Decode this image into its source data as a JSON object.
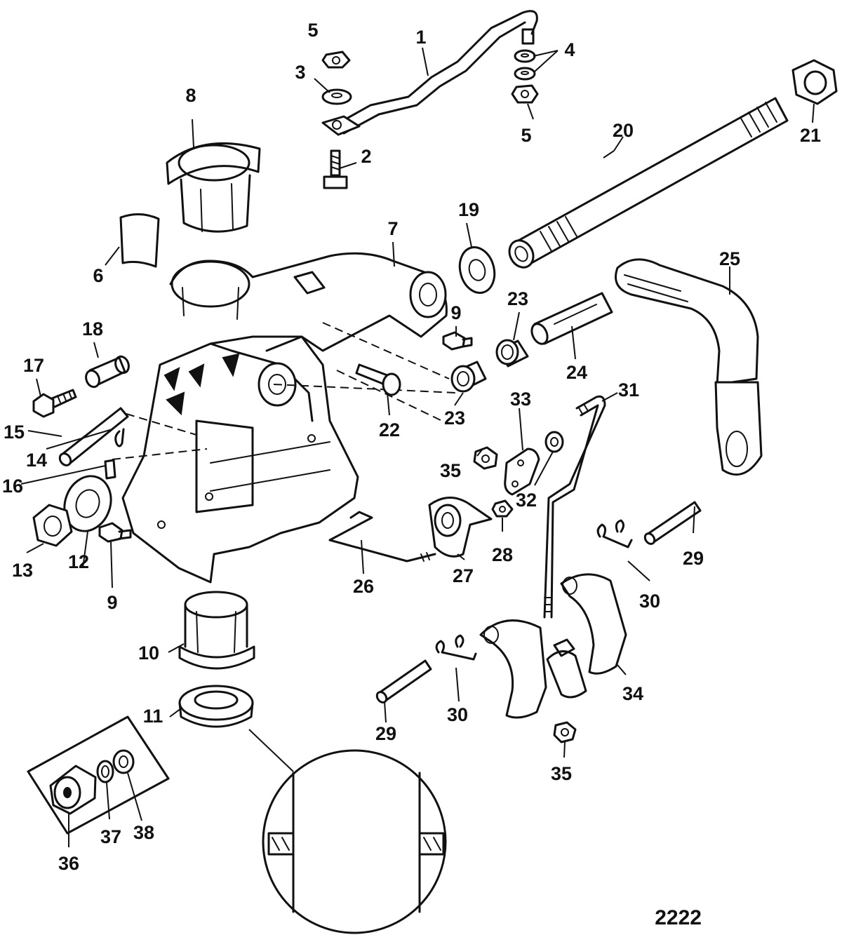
{
  "figure_number": "2222",
  "callouts": [
    {
      "id": "c1",
      "label": "1"
    },
    {
      "id": "c2",
      "label": "2"
    },
    {
      "id": "c3",
      "label": "3"
    },
    {
      "id": "c4",
      "label": "4"
    },
    {
      "id": "c5a",
      "label": "5"
    },
    {
      "id": "c5b",
      "label": "5"
    },
    {
      "id": "c6",
      "label": "6"
    },
    {
      "id": "c7",
      "label": "7"
    },
    {
      "id": "c8",
      "label": "8"
    },
    {
      "id": "c9a",
      "label": "9"
    },
    {
      "id": "c9b",
      "label": "9"
    },
    {
      "id": "c10",
      "label": "10"
    },
    {
      "id": "c11",
      "label": "11"
    },
    {
      "id": "c12",
      "label": "12"
    },
    {
      "id": "c13",
      "label": "13"
    },
    {
      "id": "c14",
      "label": "14"
    },
    {
      "id": "c15",
      "label": "15"
    },
    {
      "id": "c16",
      "label": "16"
    },
    {
      "id": "c17",
      "label": "17"
    },
    {
      "id": "c18",
      "label": "18"
    },
    {
      "id": "c19",
      "label": "19"
    },
    {
      "id": "c20",
      "label": "20"
    },
    {
      "id": "c21",
      "label": "21"
    },
    {
      "id": "c22",
      "label": "22"
    },
    {
      "id": "c23a",
      "label": "23"
    },
    {
      "id": "c23b",
      "label": "23"
    },
    {
      "id": "c24",
      "label": "24"
    },
    {
      "id": "c25",
      "label": "25"
    },
    {
      "id": "c26",
      "label": "26"
    },
    {
      "id": "c27",
      "label": "27"
    },
    {
      "id": "c28",
      "label": "28"
    },
    {
      "id": "c29a",
      "label": "29"
    },
    {
      "id": "c29b",
      "label": "29"
    },
    {
      "id": "c30a",
      "label": "30"
    },
    {
      "id": "c30b",
      "label": "30"
    },
    {
      "id": "c31",
      "label": "31"
    },
    {
      "id": "c32",
      "label": "32"
    },
    {
      "id": "c33",
      "label": "33"
    },
    {
      "id": "c34",
      "label": "34"
    },
    {
      "id": "c35a",
      "label": "35"
    },
    {
      "id": "c35b",
      "label": "35"
    },
    {
      "id": "c36",
      "label": "36"
    },
    {
      "id": "c37",
      "label": "37"
    },
    {
      "id": "c38",
      "label": "38"
    }
  ]
}
